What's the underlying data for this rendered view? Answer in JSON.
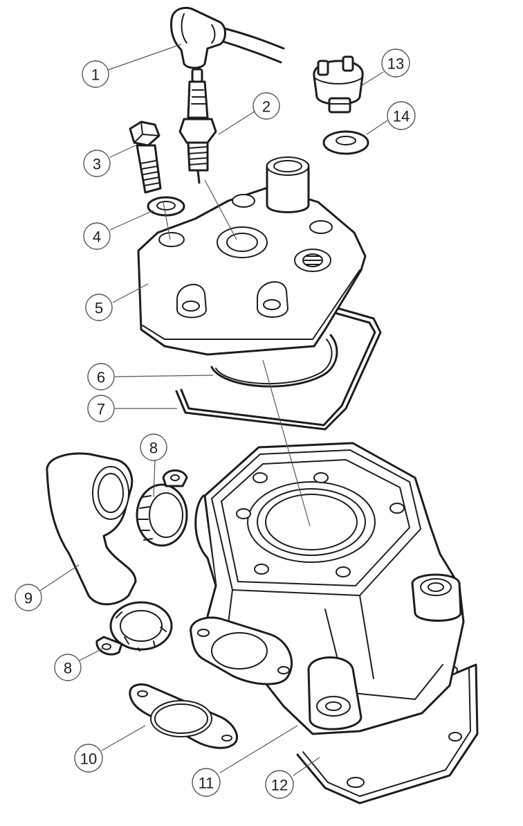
{
  "diagram": {
    "callouts": [
      {
        "id": "c1",
        "label": "1"
      },
      {
        "id": "c2",
        "label": "2"
      },
      {
        "id": "c3",
        "label": "3"
      },
      {
        "id": "c4",
        "label": "4"
      },
      {
        "id": "c5",
        "label": "5"
      },
      {
        "id": "c6",
        "label": "6"
      },
      {
        "id": "c7",
        "label": "7"
      },
      {
        "id": "c8a",
        "label": "8"
      },
      {
        "id": "c9",
        "label": "9"
      },
      {
        "id": "c8b",
        "label": "8"
      },
      {
        "id": "c10",
        "label": "10"
      },
      {
        "id": "c11",
        "label": "11"
      },
      {
        "id": "c12",
        "label": "12"
      },
      {
        "id": "c13",
        "label": "13"
      },
      {
        "id": "c14",
        "label": "14"
      }
    ]
  }
}
